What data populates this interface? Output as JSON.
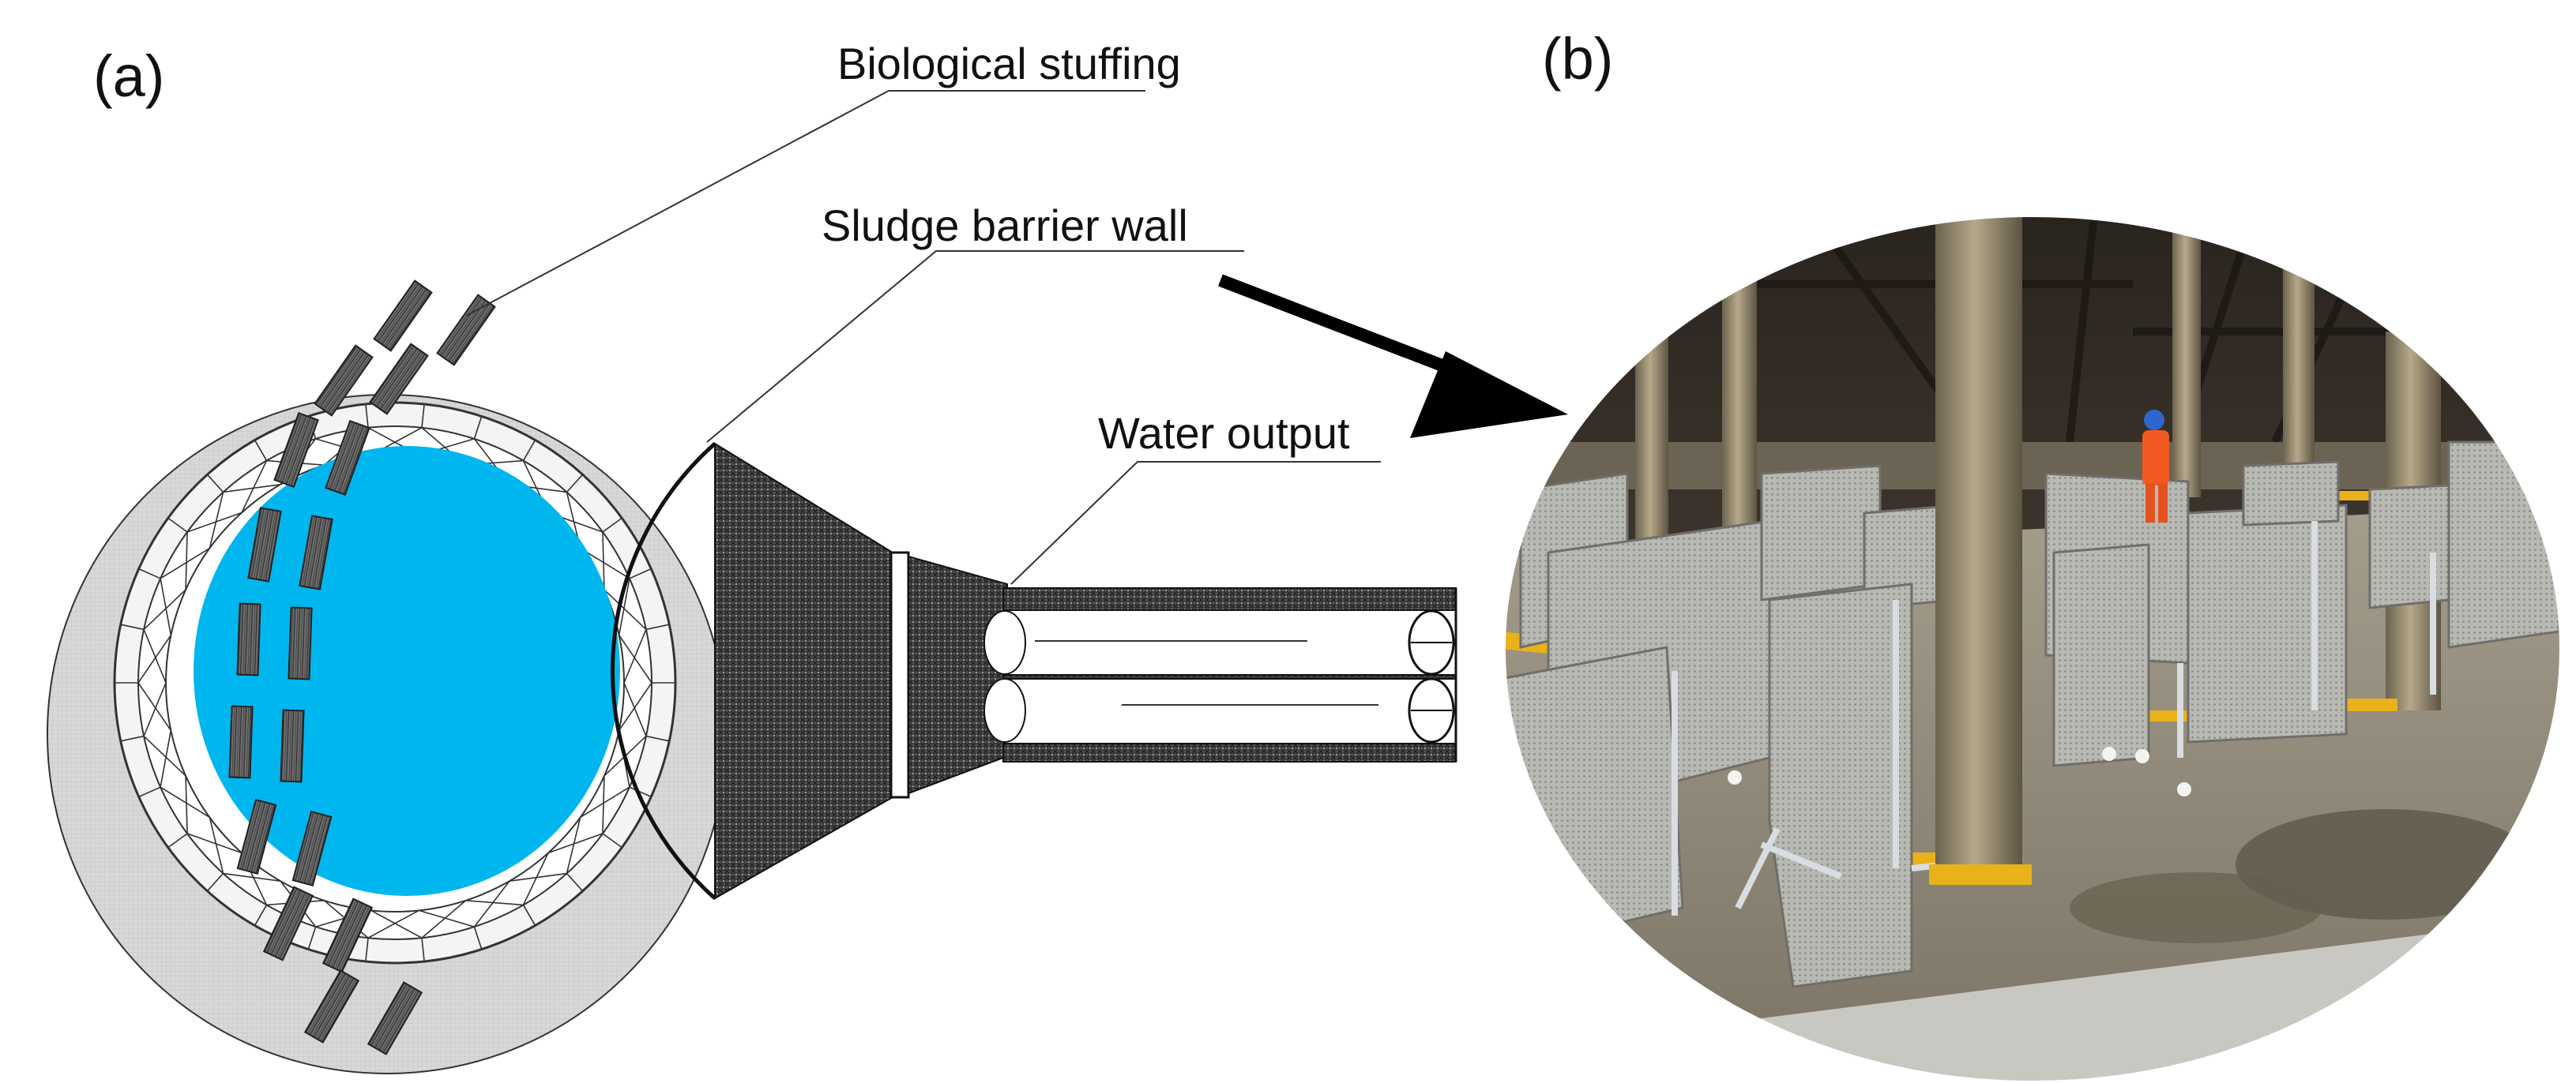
{
  "panel_a": {
    "label": "(a)",
    "annotations": {
      "biological_stuffing": "Biological stuffing",
      "sludge_barrier_wall": "Sludge barrier wall",
      "water_output": "Water output"
    }
  },
  "panel_b": {
    "label": "(b)"
  },
  "colors": {
    "water": "#00b6ee",
    "outer_basin": "#d6d6d6",
    "hatch_dark": "#3a3a3a",
    "support_yellow": "#e9b21a",
    "photo_floor": "#8e8778",
    "photo_ceiling": "#3d342c",
    "worker": "#f05a22"
  }
}
